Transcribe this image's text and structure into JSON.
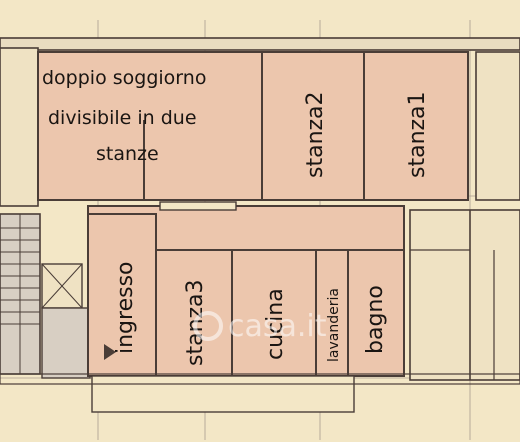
{
  "rooms": {
    "soggiorno_line1": "doppio soggiorno",
    "soggiorno_line2": "divisibile in due",
    "soggiorno_line3": "stanze",
    "stanza2": "stanza2",
    "stanza1": "stanza1",
    "ingresso": "ingresso",
    "stanza3": "stanza3",
    "cucina": "cucina",
    "lavanderia": "lavanderia",
    "bagno": "bagno"
  },
  "watermark": {
    "text": "casa.it"
  },
  "colors": {
    "paper": "#f3e7c6",
    "room_fill": "#ecc6ad",
    "wall": "#4a3d37",
    "grid_line": "#8a7d78"
  }
}
